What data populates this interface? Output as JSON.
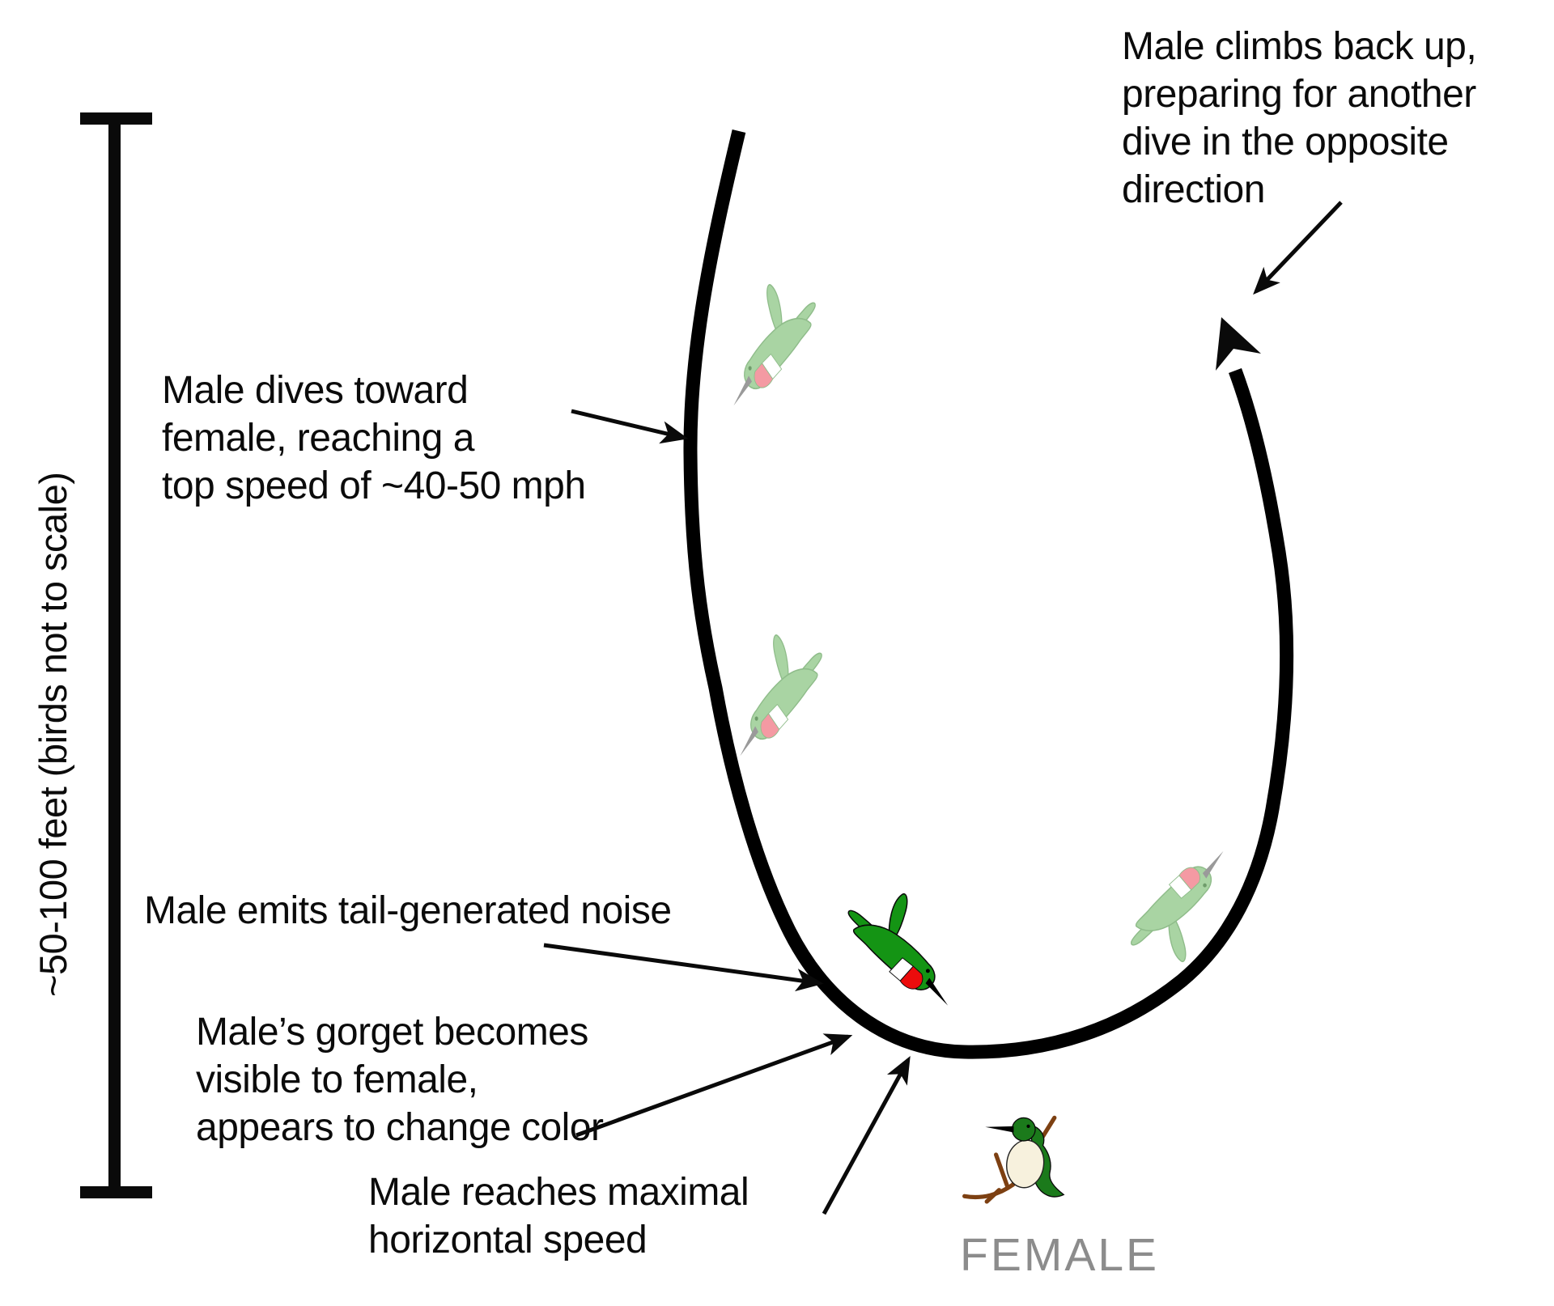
{
  "scale_bar": {
    "label": "~50-100 feet (birds not to scale)"
  },
  "annotations": {
    "climb": {
      "text": "Male climbs back up,\npreparing for another\ndive in the opposite\ndirection"
    },
    "dive": {
      "text": "Male dives toward\nfemale, reaching a\ntop speed of ~40-50 mph"
    },
    "noise": {
      "text": "Male emits tail-generated noise"
    },
    "gorget": {
      "text": "Male’s gorget becomes\nvisible to female,\nappears to change color"
    },
    "speed": {
      "text": "Male reaches maximal\nhorizontal speed"
    }
  },
  "labels": {
    "female": "FEMALE"
  },
  "icons": {
    "male_bird": "male-hummingbird-diving-icon",
    "faded_bird_top": "faded-hummingbird-diving-top-icon",
    "faded_bird_middle": "faded-hummingbird-diving-middle-icon",
    "faded_bird_climbing": "faded-hummingbird-climbing-icon",
    "female_bird": "female-hummingbird-perched-icon",
    "branch": "branch-icon"
  },
  "colors": {
    "path": "#000000",
    "text": "#0b0b0b",
    "female_label_gray": "#8c8c8c",
    "male_body_green": "#149414",
    "male_gorget_red": "#ec0c0c",
    "faded_body_green": "#a9d4a3",
    "faded_gorget_pink": "#f49aa3",
    "female_back_green": "#1b7a1b",
    "female_belly_cream": "#f7f1dd",
    "branch_brown": "#7d4012"
  }
}
